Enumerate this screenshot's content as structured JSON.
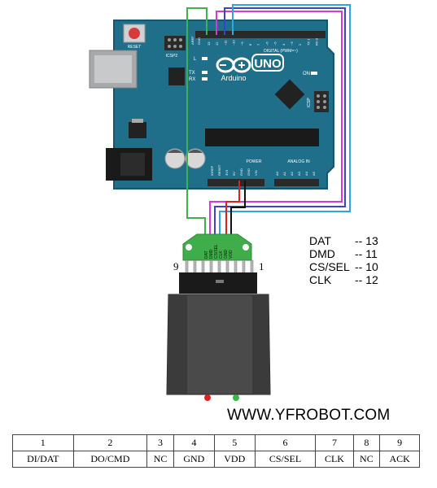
{
  "board": {
    "reset_label": "RESET",
    "icsp2_label": "ICSP2",
    "icsp_label": "ICSP",
    "aref_label": "AREF",
    "gnd_label": "GND",
    "digital_pins": [
      "13",
      "12",
      "~11",
      "~10",
      "~9",
      "8",
      "7",
      "~6",
      "~5",
      "4",
      "~3",
      "2",
      "TX 1",
      "RX 0"
    ],
    "digital_label": "DIGITAL (PWM=~)",
    "l_label": "L",
    "tx_label": "TX",
    "rx_label": "RX",
    "on_label": "ON",
    "uno_label": "UNO",
    "brand_label": "Arduino",
    "power_pins": [
      "IOREF",
      "RESET",
      "3V3",
      "5V",
      "GND",
      "GND",
      "VIN"
    ],
    "power_label": "POWER",
    "analog_pins": [
      "A0",
      "A1",
      "A2",
      "A3",
      "A4",
      "A5"
    ],
    "analog_label": "ANALOG IN",
    "board_color": "#1f6f8b"
  },
  "adapter": {
    "pin_labels": [
      "DAT",
      "DMD",
      "CS/SEL",
      "CLK",
      "GND",
      "VDD"
    ],
    "pin_9": "9",
    "pin_1": "1",
    "board_color": "#3fae4a"
  },
  "wires": {
    "green": "#39b54a",
    "magenta": "#d63ad6",
    "blue_dark": "#3a43c9",
    "blue_light": "#2aa7e8",
    "red": "#e02020",
    "black": "#111111"
  },
  "pin_map": [
    {
      "signal": "DAT",
      "pin": "-- 13"
    },
    {
      "signal": "DMD",
      "pin": "-- 11"
    },
    {
      "signal": "CS/SEL",
      "pin": "-- 10"
    },
    {
      "signal": "CLK",
      "pin": "-- 12"
    }
  ],
  "website": "WWW.YFROBOT.COM",
  "connector_table": {
    "numbers": [
      "1",
      "2",
      "3",
      "4",
      "5",
      "6",
      "7",
      "8",
      "9"
    ],
    "names": [
      "DI/DAT",
      "DO/CMD",
      "NC",
      "GND",
      "VDD",
      "CS/SEL",
      "CLK",
      "NC",
      "ACK"
    ]
  }
}
